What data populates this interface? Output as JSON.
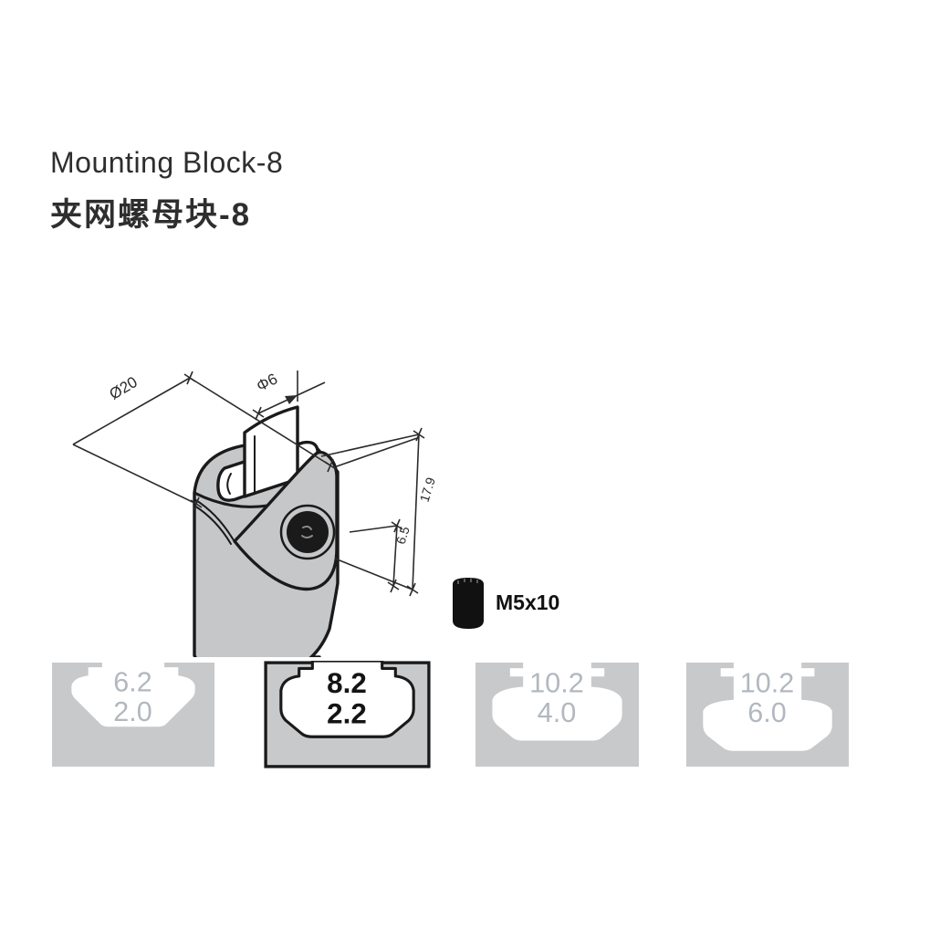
{
  "title": {
    "en": "Mounting Block-8",
    "zh": "夹网螺母块-8"
  },
  "drawing": {
    "dim_diameter": "Ø20",
    "dim_rod": "Φ6",
    "dim_height": "17.9",
    "dim_boss": "6.5",
    "screw_label": "M5x10"
  },
  "profiles": [
    {
      "slot": "6.2",
      "depth": "2.0",
      "highlighted": false
    },
    {
      "slot": "8.2",
      "depth": "2.2",
      "highlighted": true
    },
    {
      "slot": "10.2",
      "depth": "4.0",
      "highlighted": false
    },
    {
      "slot": "10.2",
      "depth": "6.0",
      "highlighted": false
    }
  ],
  "colors": {
    "line": "#1a1a1a",
    "body_gray": "#c5c7c9",
    "profile_gray": "#c7c9cb",
    "muted_number": "#b2b8bf",
    "highlight_number": "#141414",
    "text": "#2e2e2e"
  }
}
